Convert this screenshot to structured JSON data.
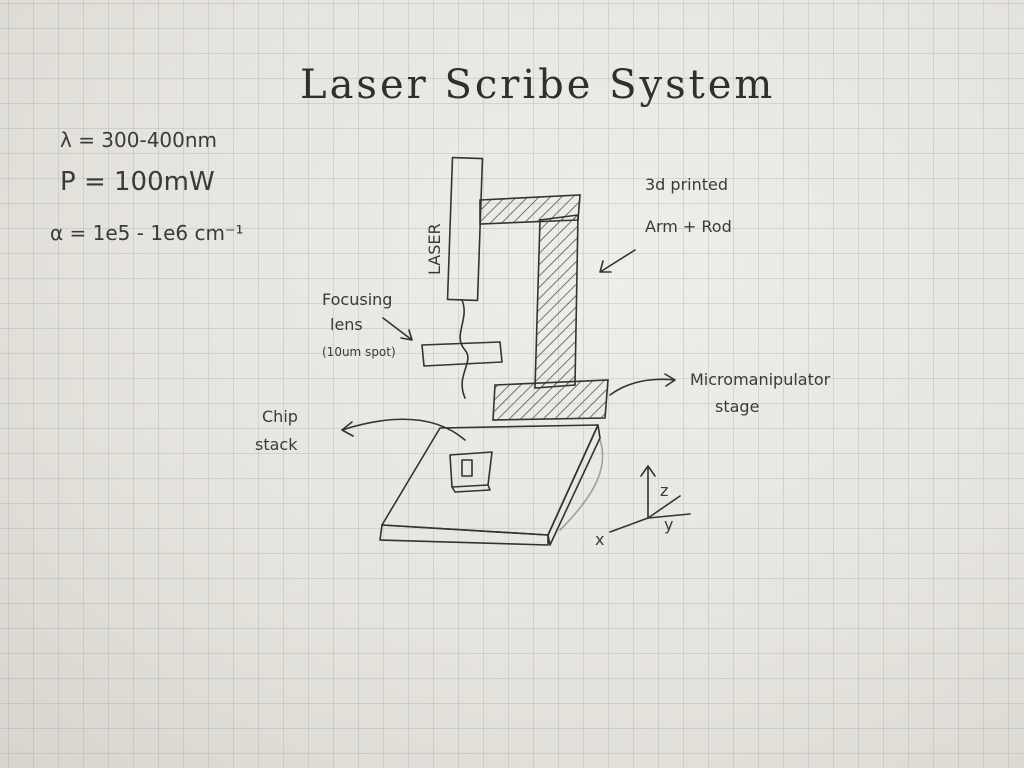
{
  "title": "Laser Scribe System",
  "params": {
    "wavelength": "λ = 300-400nm",
    "power": "P = 100mW",
    "absorption": "α = 1e5 - 1e6 cm⁻¹"
  },
  "labels": {
    "laser": "LASER",
    "arm_line1": "3d printed",
    "arm_line2": "Arm + Rod",
    "lens_line1": "Focusing",
    "lens_line2": "lens",
    "lens_line3": "(10um spot)",
    "stage_line1": "Micromanipulator",
    "stage_line2": "stage",
    "chip_line1": "Chip",
    "chip_line2": "stack"
  },
  "axes": {
    "z": "z",
    "y": "y",
    "x": "x"
  },
  "colors": {
    "paper": "#e9e7e1",
    "grid": "#8aa0a8",
    "pencil": "#333333"
  }
}
